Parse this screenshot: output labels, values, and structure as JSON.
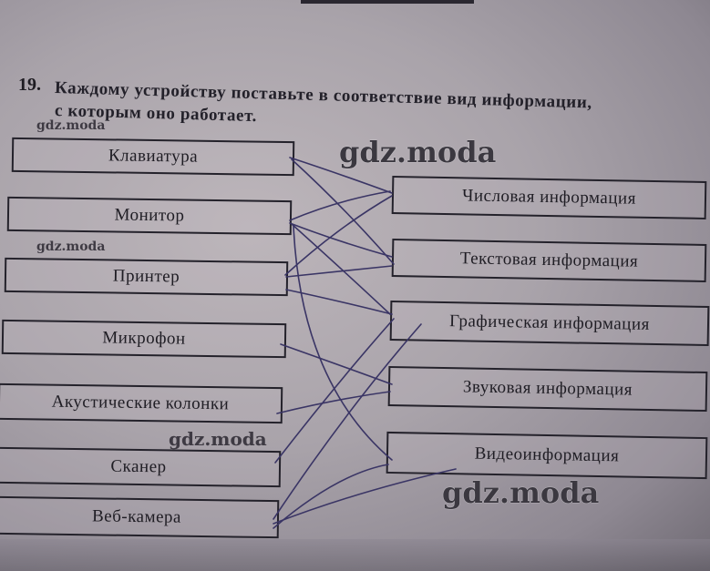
{
  "task": {
    "number": "19.",
    "line1": "Каждому устройству поставьте в соответствие вид информации,",
    "line2": "с которым оно работает."
  },
  "watermarks": [
    "gdz.moda",
    "gdz.moda",
    "gdz.moda",
    "gdz.moda",
    "gdz.moda"
  ],
  "devices": [
    "Клавиатура",
    "Монитор",
    "Принтер",
    "Микрофон",
    "Акустические колонки",
    "Сканер",
    "Веб-камера"
  ],
  "info_types": [
    "Числовая информация",
    "Текстовая информация",
    "Графическая информация",
    "Звуковая информация",
    "Видеоинформация"
  ],
  "line_color": "#3a3565"
}
